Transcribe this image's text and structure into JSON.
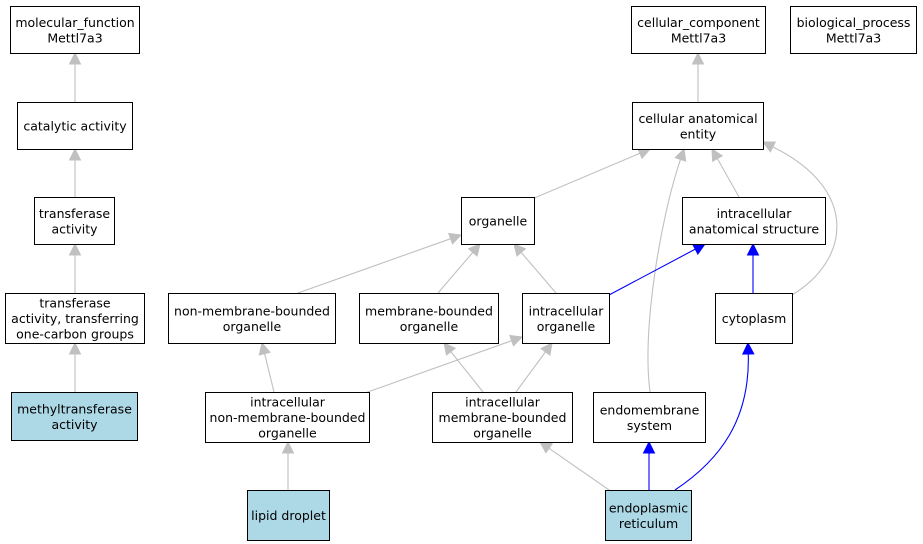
{
  "colors": {
    "plain_fill": "#ffffff",
    "highlight_fill": "#add8e6",
    "border": "#000000",
    "edge_gray": "#c0c0c0",
    "edge_blue": "#0000ff"
  },
  "nodes": [
    {
      "id": "molecular-function",
      "lines": [
        "molecular_function",
        "Mettl7a3"
      ],
      "highlight": false
    },
    {
      "id": "catalytic-activity",
      "lines": [
        "catalytic activity"
      ],
      "highlight": false
    },
    {
      "id": "transferase-activity",
      "lines": [
        "transferase",
        "activity"
      ],
      "highlight": false
    },
    {
      "id": "transferase-one-carbon",
      "lines": [
        "transferase",
        "activity, transferring",
        "one-carbon groups"
      ],
      "highlight": false
    },
    {
      "id": "methyltransferase-activity",
      "lines": [
        "methyltransferase",
        "activity"
      ],
      "highlight": true
    },
    {
      "id": "cellular-component",
      "lines": [
        "cellular_component",
        "Mettl7a3"
      ],
      "highlight": false
    },
    {
      "id": "biological-process",
      "lines": [
        "biological_process",
        "Mettl7a3"
      ],
      "highlight": false
    },
    {
      "id": "cellular-anatomical-entity",
      "lines": [
        "cellular anatomical",
        "entity"
      ],
      "highlight": false
    },
    {
      "id": "organelle",
      "lines": [
        "organelle"
      ],
      "highlight": false
    },
    {
      "id": "intracellular-anatomical-structure",
      "lines": [
        "intracellular",
        "anatomical structure"
      ],
      "highlight": false
    },
    {
      "id": "non-membrane-bounded-organelle",
      "lines": [
        "non-membrane-bounded",
        "organelle"
      ],
      "highlight": false
    },
    {
      "id": "membrane-bounded-organelle",
      "lines": [
        "membrane-bounded",
        "organelle"
      ],
      "highlight": false
    },
    {
      "id": "intracellular-organelle",
      "lines": [
        "intracellular",
        "organelle"
      ],
      "highlight": false
    },
    {
      "id": "cytoplasm",
      "lines": [
        "cytoplasm"
      ],
      "highlight": false
    },
    {
      "id": "intracellular-non-membrane-bounded-organelle",
      "lines": [
        "intracellular",
        "non-membrane-bounded",
        "organelle"
      ],
      "highlight": false
    },
    {
      "id": "intracellular-membrane-bounded-organelle",
      "lines": [
        "intracellular",
        "membrane-bounded",
        "organelle"
      ],
      "highlight": false
    },
    {
      "id": "endomembrane-system",
      "lines": [
        "endomembrane",
        "system"
      ],
      "highlight": false
    },
    {
      "id": "lipid-droplet",
      "lines": [
        "lipid droplet"
      ],
      "highlight": true
    },
    {
      "id": "endoplasmic-reticulum",
      "lines": [
        "endoplasmic",
        "reticulum"
      ],
      "highlight": true
    }
  ],
  "edges": [
    {
      "from": "catalytic-activity",
      "to": "molecular-function",
      "color": "gray"
    },
    {
      "from": "transferase-activity",
      "to": "catalytic-activity",
      "color": "gray"
    },
    {
      "from": "transferase-one-carbon",
      "to": "transferase-activity",
      "color": "gray"
    },
    {
      "from": "methyltransferase-activity",
      "to": "transferase-one-carbon",
      "color": "gray"
    },
    {
      "from": "cellular-anatomical-entity",
      "to": "cellular-component",
      "color": "gray"
    },
    {
      "from": "organelle",
      "to": "cellular-anatomical-entity",
      "color": "gray"
    },
    {
      "from": "endomembrane-system",
      "to": "cellular-anatomical-entity",
      "color": "gray"
    },
    {
      "from": "intracellular-anatomical-structure",
      "to": "cellular-anatomical-entity",
      "color": "gray"
    },
    {
      "from": "cytoplasm",
      "to": "cellular-anatomical-entity",
      "color": "gray"
    },
    {
      "from": "non-membrane-bounded-organelle",
      "to": "organelle",
      "color": "gray"
    },
    {
      "from": "membrane-bounded-organelle",
      "to": "organelle",
      "color": "gray"
    },
    {
      "from": "intracellular-organelle",
      "to": "organelle",
      "color": "gray"
    },
    {
      "from": "intracellular-organelle",
      "to": "intracellular-anatomical-structure",
      "color": "blue"
    },
    {
      "from": "cytoplasm",
      "to": "intracellular-anatomical-structure",
      "color": "blue"
    },
    {
      "from": "intracellular-non-membrane-bounded-organelle",
      "to": "non-membrane-bounded-organelle",
      "color": "gray"
    },
    {
      "from": "intracellular-non-membrane-bounded-organelle",
      "to": "intracellular-organelle",
      "color": "gray"
    },
    {
      "from": "intracellular-membrane-bounded-organelle",
      "to": "membrane-bounded-organelle",
      "color": "gray"
    },
    {
      "from": "intracellular-membrane-bounded-organelle",
      "to": "intracellular-organelle",
      "color": "gray"
    },
    {
      "from": "lipid-droplet",
      "to": "intracellular-non-membrane-bounded-organelle",
      "color": "gray"
    },
    {
      "from": "endoplasmic-reticulum",
      "to": "intracellular-membrane-bounded-organelle",
      "color": "gray"
    },
    {
      "from": "endoplasmic-reticulum",
      "to": "endomembrane-system",
      "color": "blue"
    },
    {
      "from": "endoplasmic-reticulum",
      "to": "cytoplasm",
      "color": "blue"
    }
  ]
}
